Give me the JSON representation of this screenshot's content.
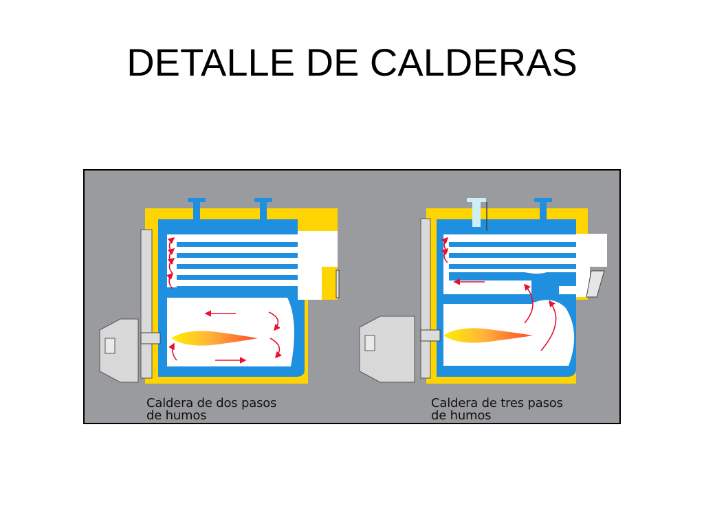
{
  "slide": {
    "title": "DETALLE DE CALDERAS"
  },
  "figure": {
    "boilers": [
      {
        "caption_line1": "Caldera de dos pasos",
        "caption_line2": "de humos"
      },
      {
        "caption_line1": "Caldera de tres pasos",
        "caption_line2": "de humos"
      }
    ],
    "colors": {
      "background": "#9a9b9e",
      "casing": "#ffd400",
      "water": "#1f8fe0",
      "chamber": "#ffffff",
      "burner": "#d8d8d8",
      "flame_inner": "#ffee00",
      "flame_outer": "#ff6a2a",
      "arrow": "#e8112d"
    }
  }
}
